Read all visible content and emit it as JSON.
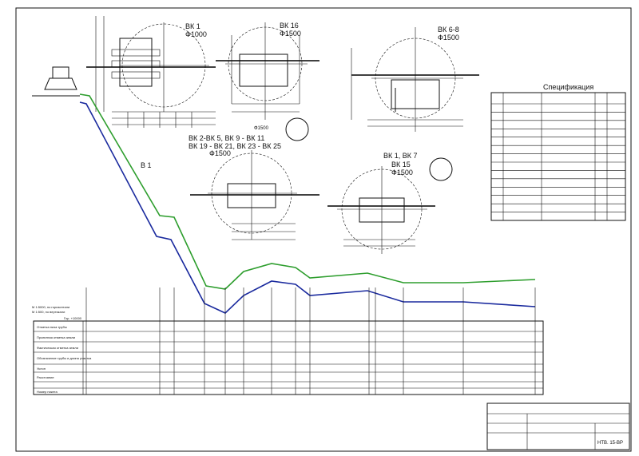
{
  "wells": [
    {
      "id": "vk1",
      "title": "ВК 1",
      "diameter": "Ф1000"
    },
    {
      "id": "vk16",
      "title": "ВК 16",
      "diameter": "Ф1500"
    },
    {
      "id": "vk68",
      "title": "ВК 6-8",
      "diameter": "Ф1500"
    },
    {
      "id": "vk_group",
      "title": "ВК 2-ВК 5, ВК 9 - ВК 11",
      "title2": "ВК 19 - ВК 21, ВК 23 - ВК 25",
      "diameter": "Ф1500"
    },
    {
      "id": "vk1215",
      "title": "ВК 1, ВК 7",
      "title2": "ВК 15",
      "diameter": "Ф1500"
    }
  ],
  "small_circle_label": "Ф1500",
  "spec_title": "Спецификация",
  "spec_rows": 14,
  "profile_label": "В 1",
  "scale_note": [
    "М 1:5000, по горизонтали",
    "М 1:500, по вертикали"
  ],
  "elevation_note": "Гор. +10000",
  "table_rows": [
    "Отметка низа трубы",
    "Проектная отметка земли",
    "Фактическая отметка земли",
    "Обозначение трубы и длина участка",
    "Уклон",
    "Расстояние",
    "Номер пикета"
  ],
  "stamp_code": "НТВ. 15-ВР",
  "colors": {
    "green": "#2e9e2e",
    "blue": "#1a2a9e",
    "ink": "#111111"
  }
}
